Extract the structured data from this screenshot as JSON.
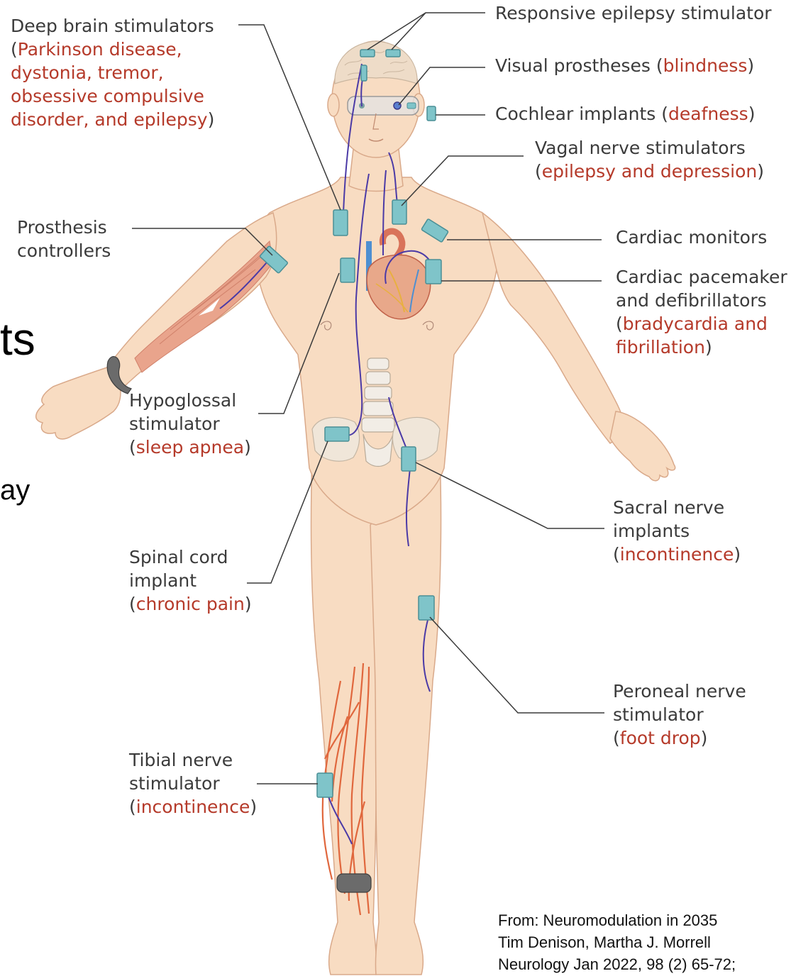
{
  "slide_fragments": {
    "fragment_1": "ts",
    "fragment_2": "ay"
  },
  "labels": {
    "deep_brain": {
      "title_lines": [
        "Deep brain stimulators"
      ],
      "open": "(",
      "condition_lines": [
        "Parkinson disease,",
        "dystonia, tremor,",
        "obsessive compulsive",
        "disorder, and epilepsy"
      ],
      "close": ")"
    },
    "responsive_epilepsy": {
      "title_lines": [
        "Responsive epilepsy stimulator"
      ]
    },
    "visual": {
      "title": "Visual prostheses",
      "condition": "blindness"
    },
    "cochlear": {
      "title": "Cochlear implants",
      "condition": "deafness"
    },
    "vagal": {
      "title_lines": [
        "Vagal nerve stimulators"
      ],
      "condition": "epilepsy and depression"
    },
    "prosthesis": {
      "title_lines": [
        "Prosthesis",
        "controllers"
      ]
    },
    "cardiac_monitors": {
      "title_lines": [
        "Cardiac monitors"
      ]
    },
    "pacemaker": {
      "title_lines": [
        "Cardiac pacemaker",
        "and defibrillators"
      ],
      "condition_lines": [
        "bradycardia and",
        "fibrillation"
      ]
    },
    "hypoglossal": {
      "title_lines": [
        "Hypoglossal",
        "stimulator"
      ],
      "condition": "sleep apnea"
    },
    "sacral": {
      "title_lines": [
        "Sacral nerve",
        "implants"
      ],
      "condition": "incontinence"
    },
    "spinal": {
      "title_lines": [
        "Spinal cord",
        "implant"
      ],
      "condition": "chronic pain"
    },
    "peroneal": {
      "title_lines": [
        "Peroneal nerve",
        "stimulator"
      ],
      "condition": "foot drop"
    },
    "tibial": {
      "title_lines": [
        "Tibial nerve",
        "stimulator"
      ],
      "condition": "incontinence"
    }
  },
  "citation": {
    "line1": "From: Neuromodulation in 2035",
    "line2": "Tim Denison, Martha J. Morrell",
    "line3": "Neurology Jan 2022, 98 (2) 65-72;"
  },
  "colors": {
    "skin": "#f8dcc2",
    "skin_outline": "#d9a98a",
    "device": "#7fc4c9",
    "device_outline": "#4a8f96",
    "lead_wire": "#4b3aa6",
    "leader_line": "#3a3a3a",
    "label_text": "#3b3b3b",
    "condition_text": "#b53a2a",
    "muscle": "#e9a48c",
    "nerves": "#e0673d",
    "heart": "#d9735a",
    "vessels": "#4d8fd1",
    "band": "#5a5a5a"
  }
}
